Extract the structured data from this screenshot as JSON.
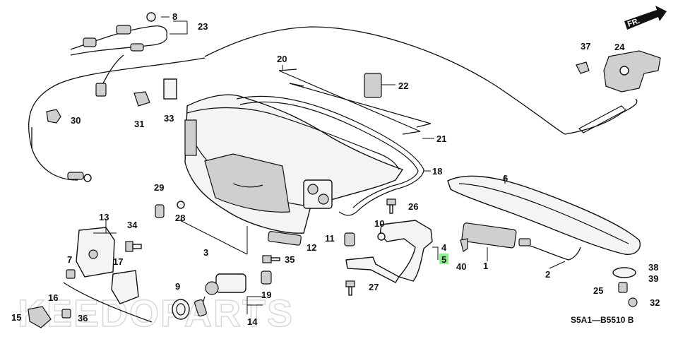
{
  "callouts": [
    {
      "id": "c1",
      "text": "1"
    },
    {
      "id": "c2",
      "text": "2"
    },
    {
      "id": "c3",
      "text": "3"
    },
    {
      "id": "c4",
      "text": "4"
    },
    {
      "id": "c5",
      "text": "5",
      "highlight": true
    },
    {
      "id": "c6",
      "text": "6"
    },
    {
      "id": "c7",
      "text": "7"
    },
    {
      "id": "c8",
      "text": "8"
    },
    {
      "id": "c9",
      "text": "9"
    },
    {
      "id": "c10",
      "text": "10"
    },
    {
      "id": "c11",
      "text": "11"
    },
    {
      "id": "c12",
      "text": "12"
    },
    {
      "id": "c13",
      "text": "13"
    },
    {
      "id": "c14",
      "text": "14"
    },
    {
      "id": "c15",
      "text": "15"
    },
    {
      "id": "c16",
      "text": "16"
    },
    {
      "id": "c17",
      "text": "17"
    },
    {
      "id": "c18",
      "text": "18"
    },
    {
      "id": "c19",
      "text": "19"
    },
    {
      "id": "c20",
      "text": "20"
    },
    {
      "id": "c21",
      "text": "21"
    },
    {
      "id": "c22",
      "text": "22"
    },
    {
      "id": "c23",
      "text": "23"
    },
    {
      "id": "c24",
      "text": "24"
    },
    {
      "id": "c25",
      "text": "25"
    },
    {
      "id": "c26",
      "text": "26"
    },
    {
      "id": "c27",
      "text": "27"
    },
    {
      "id": "c28",
      "text": "28"
    },
    {
      "id": "c29",
      "text": "29"
    },
    {
      "id": "c30",
      "text": "30"
    },
    {
      "id": "c31",
      "text": "31"
    },
    {
      "id": "c32",
      "text": "32"
    },
    {
      "id": "c33",
      "text": "33"
    },
    {
      "id": "c34",
      "text": "34"
    },
    {
      "id": "c35",
      "text": "35"
    },
    {
      "id": "c36",
      "text": "36"
    },
    {
      "id": "c37",
      "text": "37"
    },
    {
      "id": "c38",
      "text": "38"
    },
    {
      "id": "c39",
      "text": "39"
    },
    {
      "id": "c40",
      "text": "40"
    }
  ],
  "diagram_code": "S5A1—B5510 B",
  "direction_badge": "FR.",
  "watermark": "KEEDOPARTS",
  "highlight_color": "#8df08d"
}
